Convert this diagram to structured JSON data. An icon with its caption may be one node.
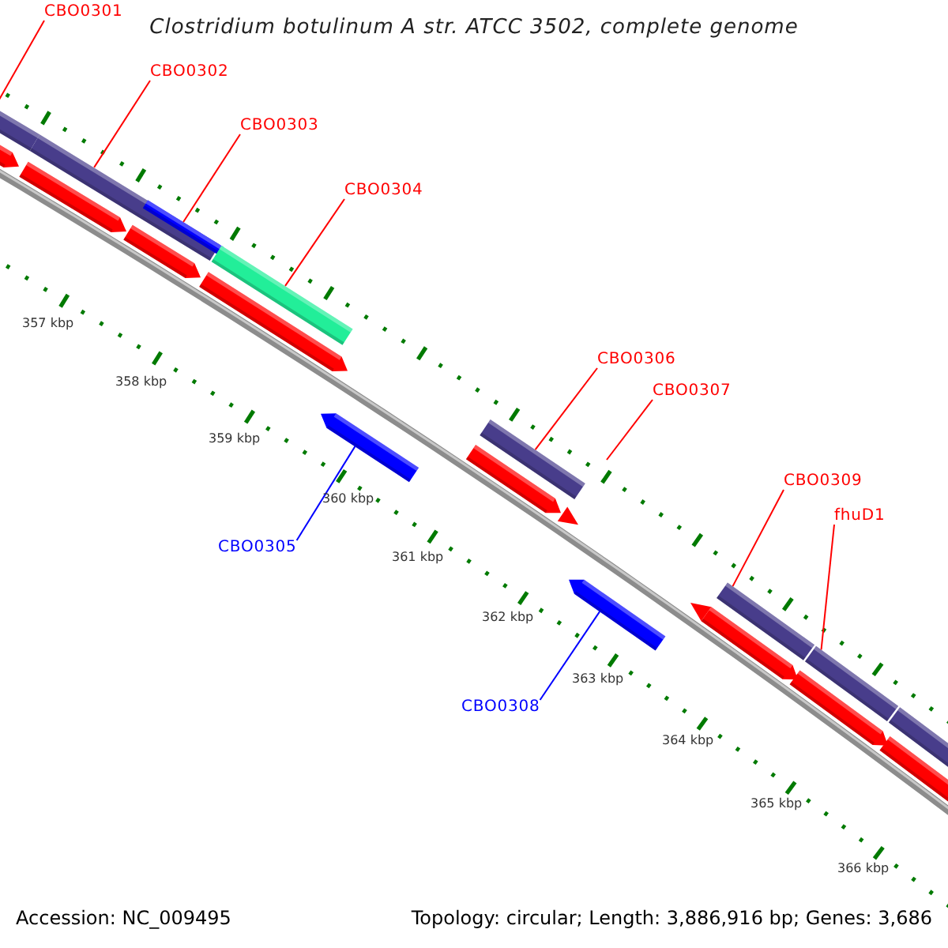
{
  "diagram": {
    "title": "Clostridium botulinum A str. ATCC 3502, complete genome",
    "nodes": [
      {
        "text": [
          "CBO0301"
        ]
      },
      {
        "text": [
          "CBO0302"
        ]
      },
      {
        "text": [
          "CBO0303"
        ]
      },
      {
        "text": [
          "CBO0304"
        ]
      },
      {
        "text": [
          "CBO0306"
        ]
      },
      {
        "text": [
          "CBO0307"
        ]
      },
      {
        "text": [
          "CBO0309"
        ]
      },
      {
        "text": [
          "fhuD1"
        ]
      },
      {
        "text": [
          "CBO0305"
        ]
      },
      {
        "text": [
          "CBO0308"
        ]
      },
      {
        "text": [],
        "shape": "bar"
      },
      {
        "text": [],
        "shape": "arrow"
      },
      {
        "text": [],
        "shape": "arrow"
      },
      {
        "text": [],
        "shape": "bar"
      },
      {
        "text": [],
        "shape": "arrow"
      },
      {
        "text": [],
        "shape": "bar",
        "in": 13
      },
      {
        "text": [],
        "shape": "arrow"
      },
      {
        "text": [],
        "shape": "bar"
      },
      {
        "text": [],
        "shape": "arrow"
      },
      {
        "text": [],
        "shape": "arrow"
      },
      {
        "text": [],
        "shape": "bar"
      },
      {
        "text": [],
        "shape": "triangle"
      },
      {
        "text": [],
        "shape": "arrow"
      },
      {
        "text": [],
        "shape": "triangle"
      },
      {
        "text": [],
        "shape": "arrow"
      },
      {
        "text": [],
        "shape": "bar"
      },
      {
        "text": [],
        "shape": "arrow"
      },
      {
        "text": [],
        "shape": "bar"
      },
      {
        "text": [],
        "shape": "arrow"
      },
      {
        "text": [],
        "shape": "bar"
      }
    ],
    "edges": [
      {
        "from": 0,
        "to": 10,
        "arrow": "none"
      },
      {
        "from": 1,
        "to": 13,
        "arrow": "none"
      },
      {
        "from": 2,
        "to": 15,
        "arrow": "none"
      },
      {
        "from": 3,
        "to": 17,
        "arrow": "none"
      },
      {
        "from": 4,
        "to": 20,
        "arrow": "none"
      },
      {
        "from": 5,
        "to": null,
        "arrow": "none"
      },
      {
        "from": 6,
        "to": 25,
        "arrow": "none"
      },
      {
        "from": 7,
        "to": 27,
        "arrow": "none"
      },
      {
        "from": 8,
        "to": 18,
        "arrow": "none",
        "color": "#0000ff"
      },
      {
        "from": 9,
        "to": 22,
        "arrow": "none",
        "color": "#0000ff"
      }
    ],
    "labels": [
      "357 kbp",
      "358 kbp",
      "359 kbp",
      "360 kbp",
      "361 kbp",
      "362 kbp",
      "363 kbp",
      "364 kbp",
      "365 kbp",
      "366 kbp",
      "Accession: NC_009495",
      "Topology: circular; Length: 3,886,916 bp; Genes: 3,686"
    ]
  }
}
